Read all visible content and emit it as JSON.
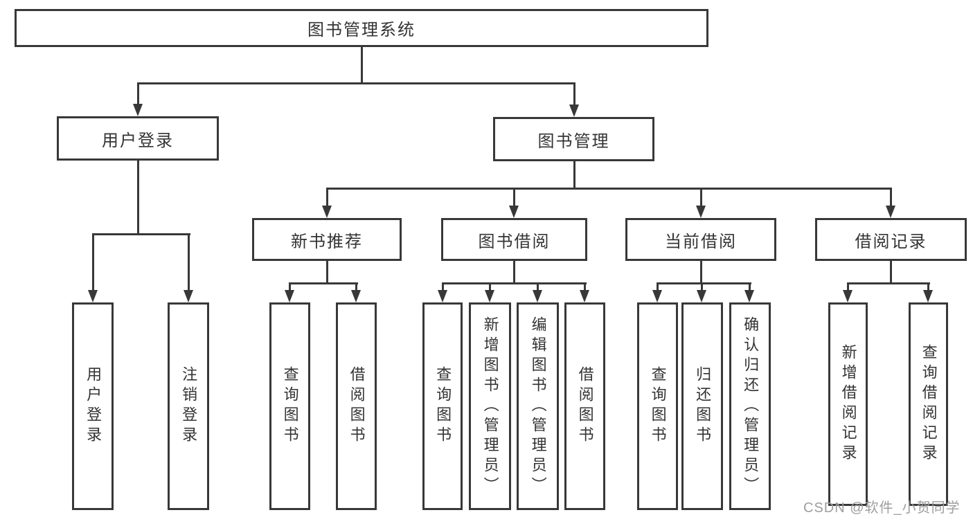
{
  "tree": {
    "label": "图书管理系统",
    "children": [
      {
        "label": "用户登录",
        "children": [
          {
            "label": "用户登录"
          },
          {
            "label": "注销登录"
          }
        ]
      },
      {
        "label": "图书管理",
        "children": [
          {
            "label": "新书推荐",
            "children": [
              {
                "label": "查询图书"
              },
              {
                "label": "借阅图书"
              }
            ]
          },
          {
            "label": "图书借阅",
            "children": [
              {
                "label": "查询图书"
              },
              {
                "label": "新增图书（管理员）"
              },
              {
                "label": "编辑图书（管理员）"
              },
              {
                "label": "借阅图书"
              }
            ]
          },
          {
            "label": "当前借阅",
            "children": [
              {
                "label": "查询图书"
              },
              {
                "label": "归还图书"
              },
              {
                "label": "确认归还（管理员）"
              }
            ]
          },
          {
            "label": "借阅记录",
            "children": [
              {
                "label": "新增借阅记录"
              },
              {
                "label": "查询借阅记录"
              }
            ]
          }
        ]
      }
    ]
  },
  "watermark": {
    "text": "CSDN @软件_小贺同学"
  },
  "colors": {
    "line": "#383838",
    "box_border": "#383838",
    "text": "#333333",
    "watermark": "#9e9e9e",
    "background": "#ffffff"
  }
}
